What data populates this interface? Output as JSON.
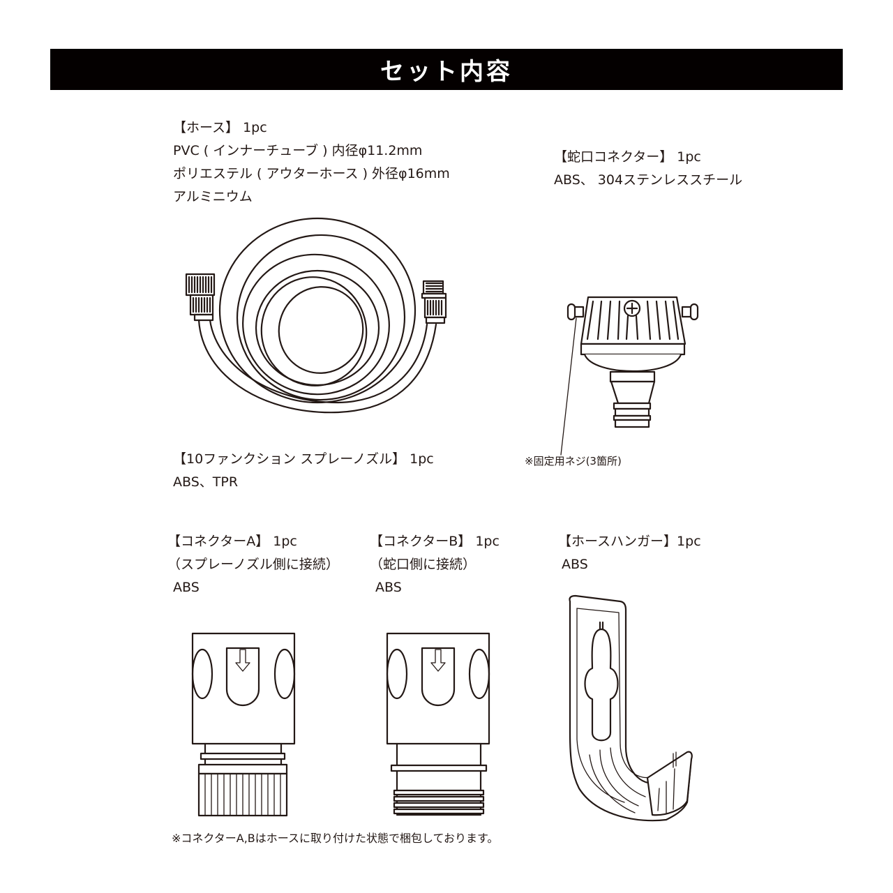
{
  "header": {
    "title": "セット内容"
  },
  "items": [
    {
      "id": "hose",
      "title": "【ホース】 1pc",
      "lines": [
        "PVC ( インナーチューブ ) 内径φ11.2mm",
        "ポリエステル ( アウターホース ) 外径φ16mm",
        "アルミニウム"
      ],
      "icon": "hose-coil-icon"
    },
    {
      "id": "faucet-connector",
      "title": "【蛇口コネクター】 1pc",
      "lines": [
        "ABS、 304ステンレススチール"
      ],
      "note": "※固定用ネジ(3箇所)",
      "icon": "faucet-connector-icon"
    },
    {
      "id": "spray-nozzle",
      "title": "【10ファンクション スプレーノズル】 1pc",
      "lines": [
        "ABS、TPR"
      ]
    },
    {
      "id": "connector-a",
      "title": "【コネクターA】 1pc",
      "lines": [
        "（スプレーノズル側に接続）",
        "ABS"
      ],
      "icon": "connector-a-icon"
    },
    {
      "id": "connector-b",
      "title": "【コネクターB】 1pc",
      "lines": [
        "（蛇口側に接続）",
        "ABS"
      ],
      "icon": "connector-b-icon"
    },
    {
      "id": "hose-hanger",
      "title": "【ホースハンガー】1pc",
      "lines": [
        "ABS"
      ],
      "icon": "hose-hanger-icon"
    }
  ],
  "footer_note": "※コネクターA,Bはホースに取り付けた状態で梱包しております。",
  "colors": {
    "banner_bg": "#040000",
    "banner_text": "#ffffff",
    "text": "#231815",
    "background": "#ffffff"
  }
}
